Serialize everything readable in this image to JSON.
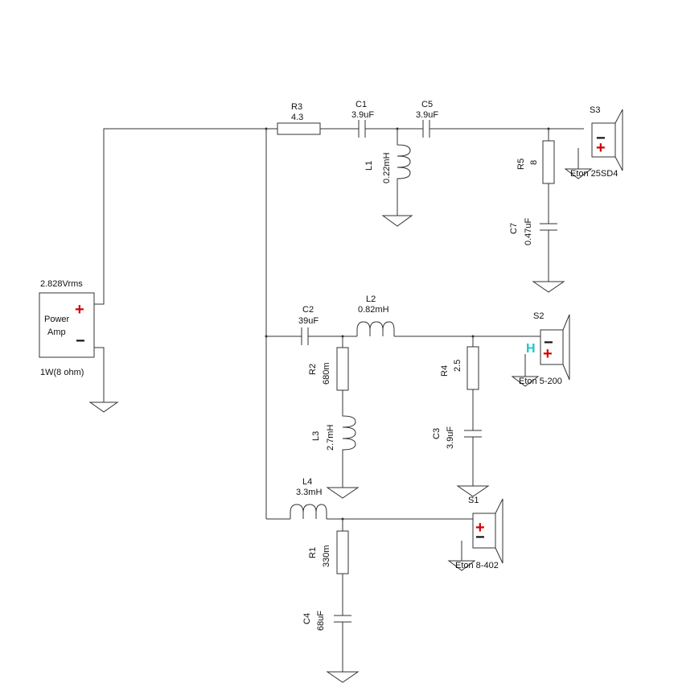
{
  "source": {
    "voltage": "2.828Vrms",
    "name_line1": "Power",
    "name_line2": "Amp",
    "power": "1W(8 ohm)"
  },
  "components": {
    "R3": {
      "ref": "R3",
      "value": "4.3"
    },
    "C1": {
      "ref": "C1",
      "value": "3.9uF"
    },
    "C5": {
      "ref": "C5",
      "value": "3.9uF"
    },
    "L1": {
      "ref": "L1",
      "value": "0.22mH"
    },
    "R5": {
      "ref": "R5",
      "value": "8"
    },
    "C7": {
      "ref": "C7",
      "value": "0.47uF"
    },
    "C2": {
      "ref": "C2",
      "value": "39uF"
    },
    "L2": {
      "ref": "L2",
      "value": "0.82mH"
    },
    "R2": {
      "ref": "R2",
      "value": "680m"
    },
    "L3": {
      "ref": "L3",
      "value": "2.7mH"
    },
    "R4": {
      "ref": "R4",
      "value": "2.5"
    },
    "C3": {
      "ref": "C3",
      "value": "3.9uF"
    },
    "L4": {
      "ref": "L4",
      "value": "3.3mH"
    },
    "R1": {
      "ref": "R1",
      "value": "330m"
    },
    "C4": {
      "ref": "C4",
      "value": "68uF"
    }
  },
  "speakers": {
    "S3": {
      "ref": "S3",
      "model": "Eton 25SD4"
    },
    "S2": {
      "ref": "S2",
      "model": "Eton 5-200"
    },
    "S1": {
      "ref": "S1",
      "model": "Eton 8-402"
    }
  },
  "symbols": {
    "plus": "+",
    "minus": "−",
    "s2_mark": "H"
  }
}
